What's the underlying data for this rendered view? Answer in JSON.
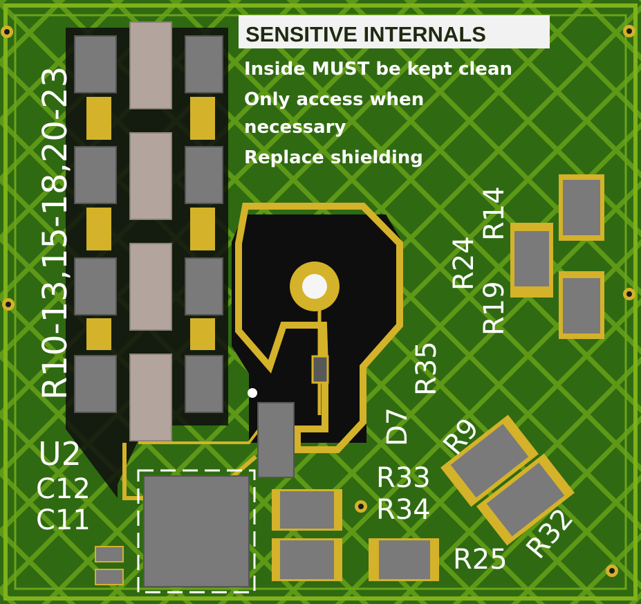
{
  "colors": {
    "soldermask": "#2f6a12",
    "copper_trace": "#a6c81a",
    "gold_pad": "#d4b22a",
    "silkscreen": "#ffffff",
    "component_body": "#7a7a7a",
    "resistor_body": "#b3a59e",
    "bare_substrate": "#0e0e0e"
  },
  "warning_label": {
    "title": "SENSITIVE INTERNALS",
    "line1": "Inside MUST be kept clean",
    "line2": "Only access when",
    "line3": "necessary",
    "line4": "Replace shielding"
  },
  "designators": {
    "resistor_array": "R10-13,15-18,20-23",
    "u2": "U2",
    "c12": "C12",
    "c11": "C11",
    "r14": "R14",
    "r24": "R24",
    "r19": "R19",
    "r35": "R35",
    "d7": "D7",
    "r9": "R9",
    "r33": "R33",
    "r34": "R34",
    "r32": "R32",
    "r25": "R25"
  },
  "icons": [
    "mounting-hole-icon",
    "via-icon"
  ]
}
